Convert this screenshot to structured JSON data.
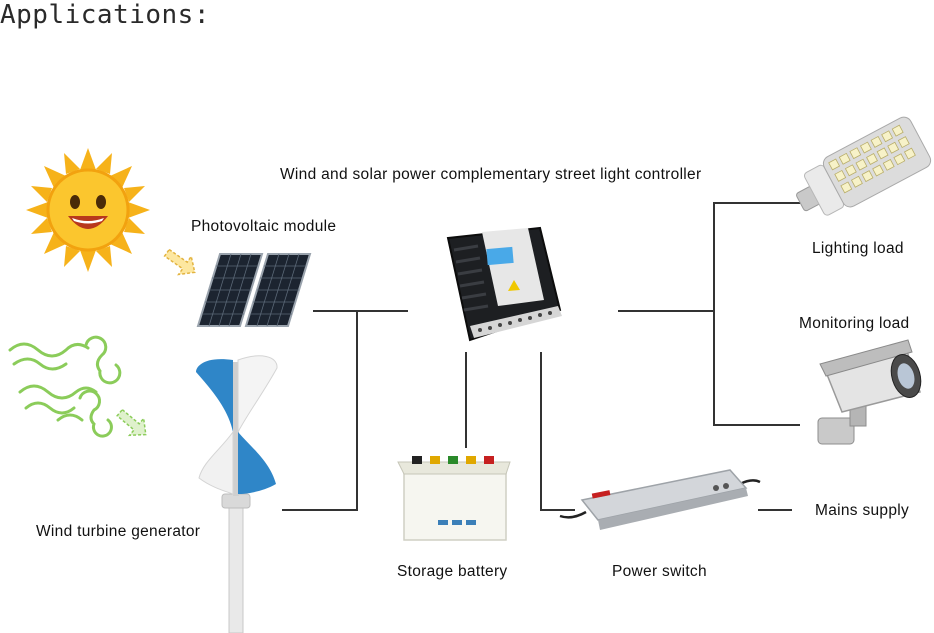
{
  "heading": "Applications:",
  "labels": {
    "controller": "Wind and solar power complementary street light controller",
    "pv_module": "Photovoltaic module",
    "lighting_load": "Lighting load",
    "monitoring_load": "Monitoring load",
    "wind_turbine": "Wind turbine generator",
    "storage_battery": "Storage battery",
    "power_switch": "Power switch",
    "mains_supply": "Mains supply"
  },
  "colors": {
    "line": "#333333",
    "sun": "#f6b21a",
    "wind": "#8bcc5a",
    "panel": "#1c2430",
    "blade": "#2f86c8"
  }
}
